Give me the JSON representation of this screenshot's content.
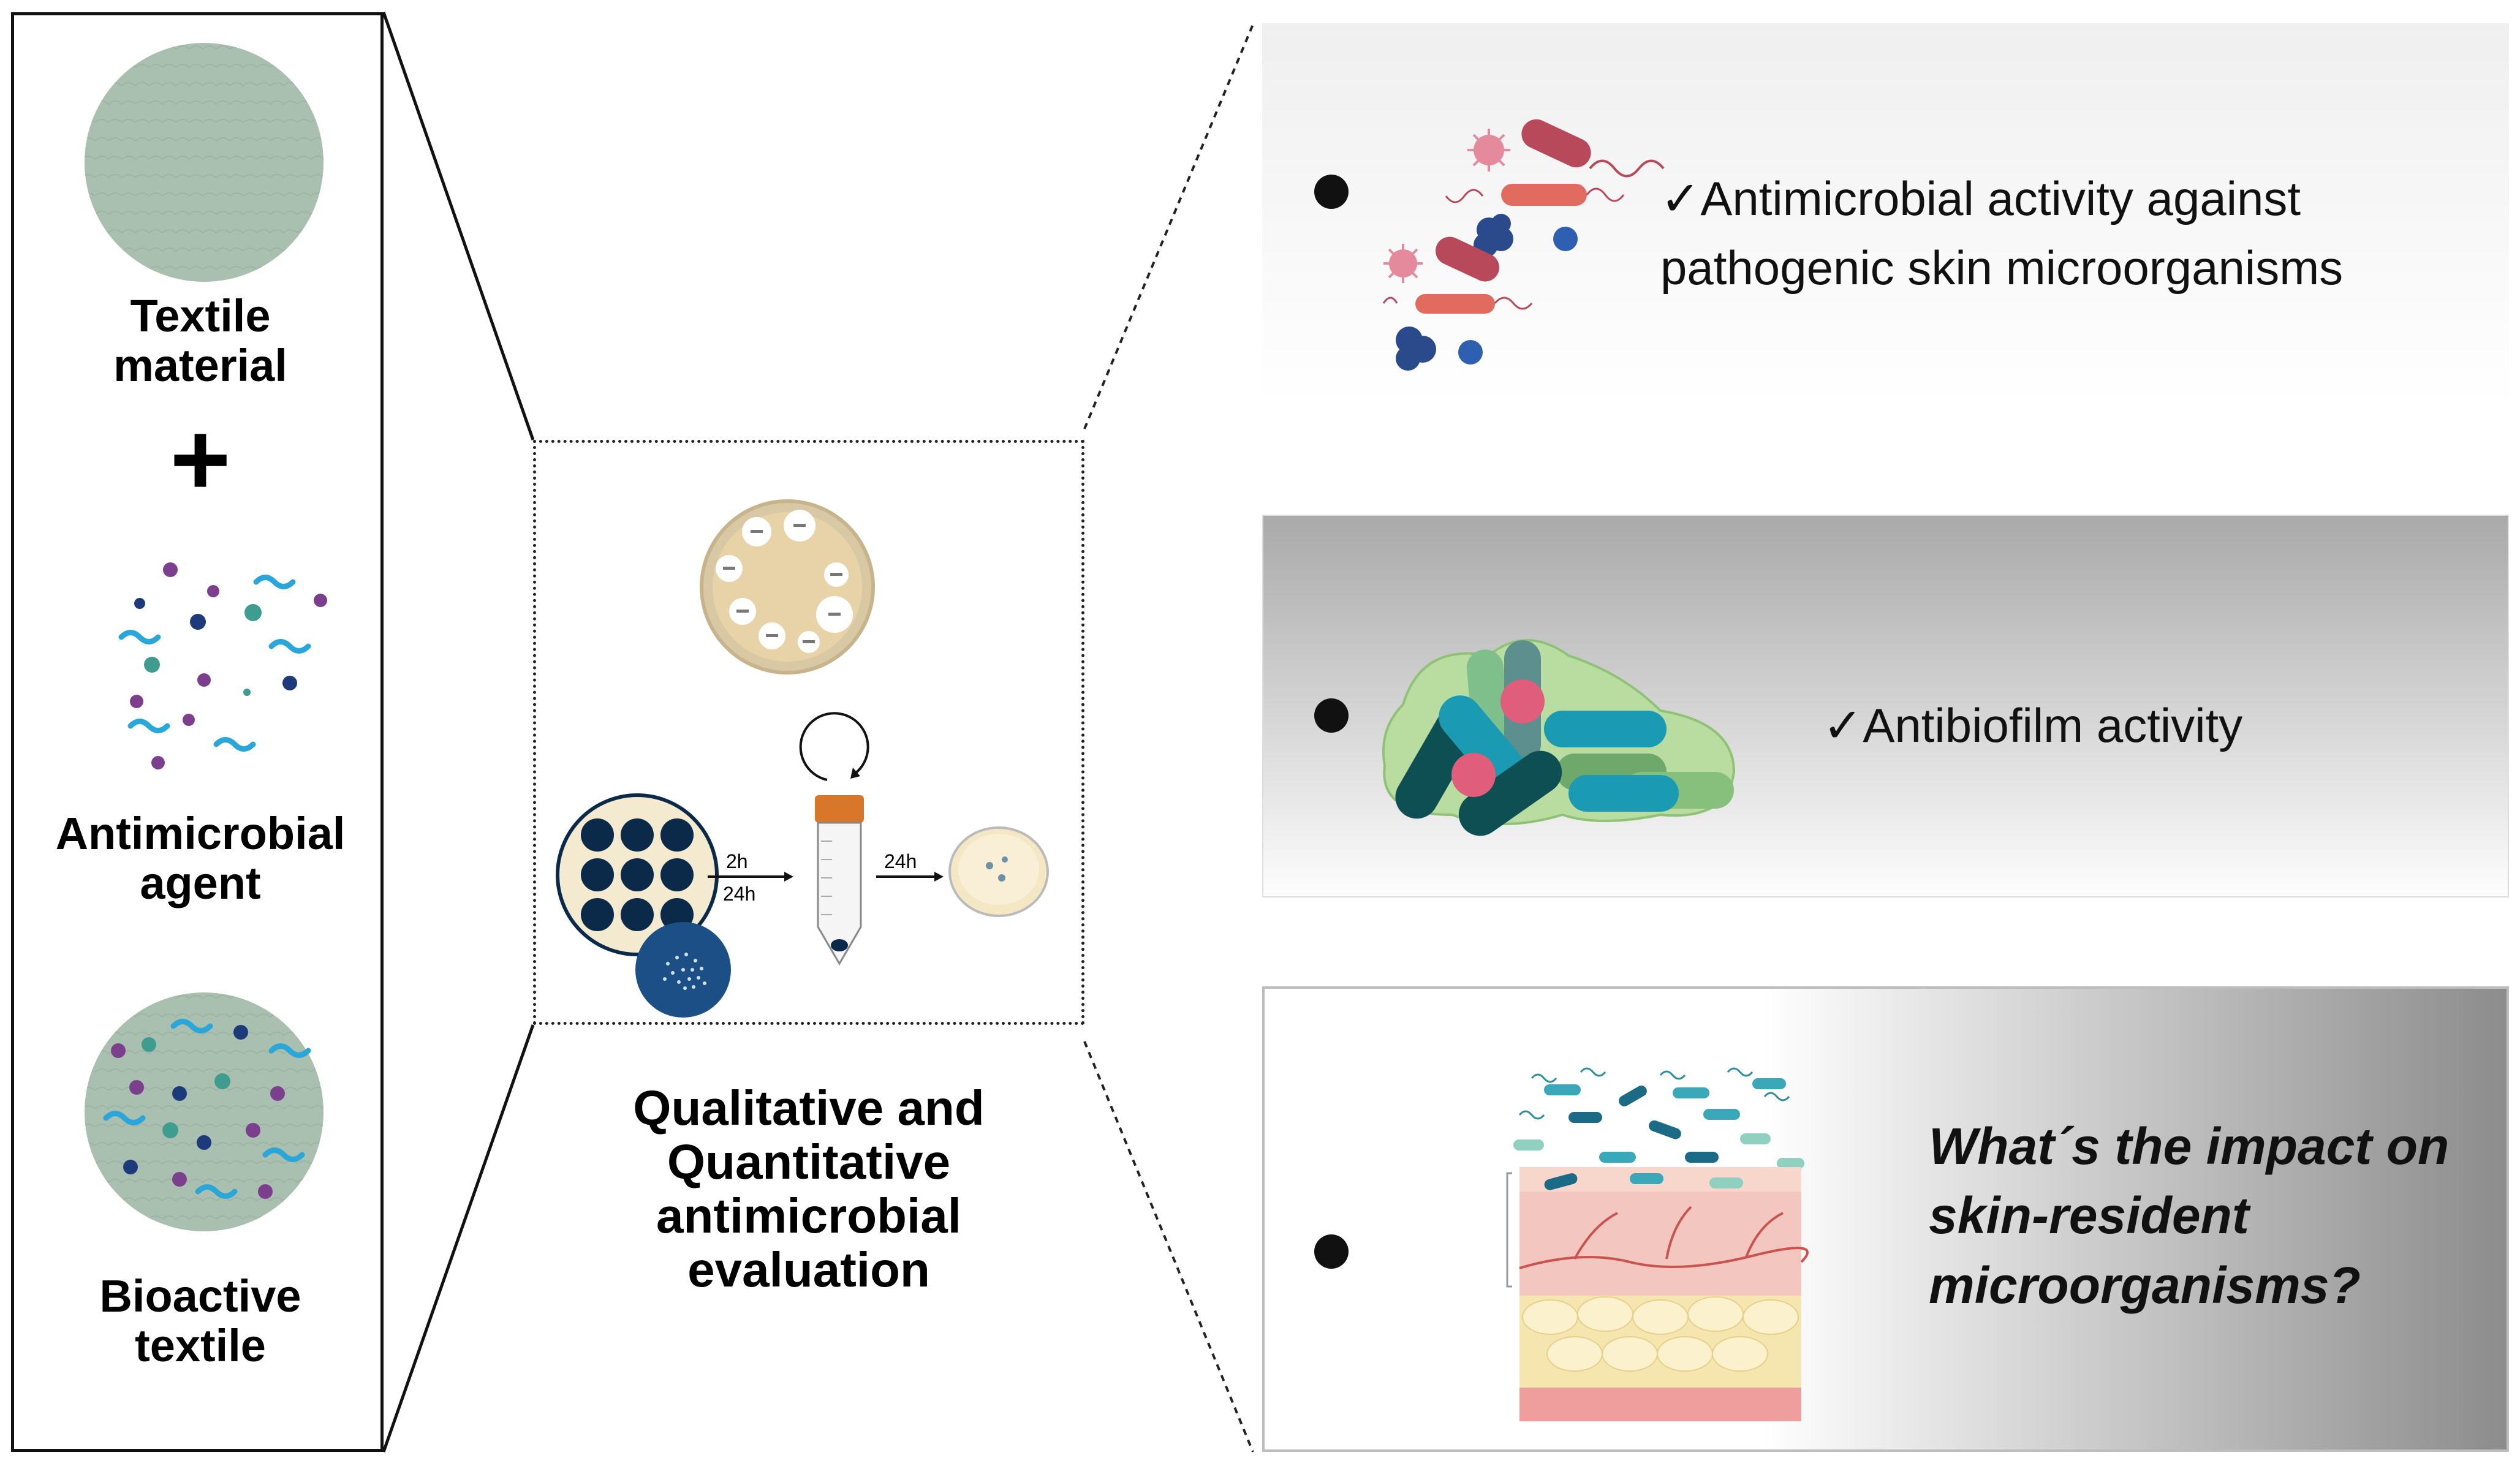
{
  "left_panel": {
    "textile_label": "Textile\nmaterial",
    "plus": "+",
    "agent_label": "Antimicrobial\nagent",
    "bioactive_label": "Bioactive\ntextile"
  },
  "method": {
    "step1_time": "2h",
    "step1_time_alt": "24h",
    "step2_time": "24h",
    "caption": "Qualitative and\nQuantitative\nantimicrobial\nevaluation"
  },
  "results": [
    {
      "text": "✓Antimicrobial activity against\npathogenic skin microorganisms"
    },
    {
      "text": "✓Antibiofilm activity"
    },
    {
      "text": "What´s the impact on\nskin-resident\nmicroorganisms?"
    }
  ],
  "colors": {
    "textile": "#a9bfaf",
    "pathogen_red": "#b7495b",
    "pathogen_blue": "#2a4a8c",
    "biofilm_green": "#b9dca0",
    "teal": "#1f7a8c",
    "plate_beige": "#e8d3a8",
    "well_navy": "#0b2a4a",
    "skin_pink": "#f4c6c0",
    "fat_yellow": "#f5e6b0"
  },
  "icons": [
    "textile-disc-icon",
    "antimicrobial-particles-icon",
    "bioactive-textile-icon",
    "agar-plate-icon",
    "well-plate-icon",
    "falcon-tube-icon",
    "petri-dish-icon",
    "pathogens-icon",
    "biofilm-icon",
    "skin-section-icon"
  ]
}
